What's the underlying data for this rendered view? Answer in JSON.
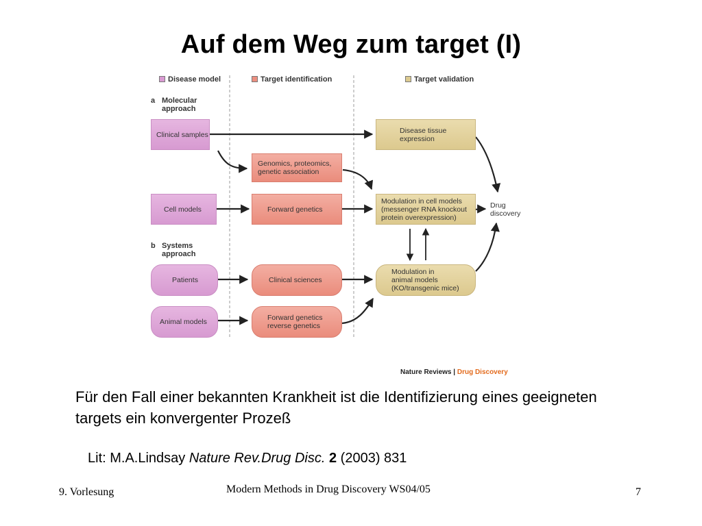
{
  "title": "Auf dem Weg zum target (I)",
  "diagram": {
    "legend": {
      "disease_model": "Disease model",
      "target_identification": "Target identification",
      "target_validation": "Target validation"
    },
    "section_a": {
      "letter": "a",
      "label": "Molecular\napproach"
    },
    "section_b": {
      "letter": "b",
      "label": "Systems\napproach"
    },
    "nodes": {
      "clinical_samples": "Clinical samples",
      "cell_models": "Cell models",
      "patients": "Patients",
      "animal_models": "Animal models",
      "genomics": "Genomics, proteomics,\ngenetic association",
      "forward_genetics": "Forward genetics",
      "clinical_sciences": "Clinical sciences",
      "forward_reverse_genetics": "Forward genetics\nreverse genetics",
      "disease_tissue": "Disease tissue\nexpression",
      "modulation_cell": "Modulation in cell models\n(messenger RNA knockout\nprotein overexpression)",
      "modulation_animal": "Modulation in\nanimal models\n(KO/transgenic mice)",
      "drug_discovery": "Drug\ndiscovery"
    },
    "credit_prefix": "Nature Reviews | ",
    "credit_brand": "Drug Discovery",
    "colors": {
      "disease_model": "#d99ad2",
      "target_identification": "#ec8f80",
      "target_validation": "#dcca90",
      "credit_brand": "#e36b1d"
    }
  },
  "paragraph": "Für den Fall einer bekannten Krankheit ist die Identifizierung eines geeigneten targets ein konvergenter Prozeß",
  "citation": {
    "prefix": "Lit: M.A.Lindsay ",
    "journal": "Nature Rev.Drug Disc.",
    "volume": "2",
    "suffix": " (2003) 831"
  },
  "footer": {
    "left": "9. Vorlesung",
    "center": "Modern Methods in Drug Discovery WS04/05",
    "right": "7"
  }
}
